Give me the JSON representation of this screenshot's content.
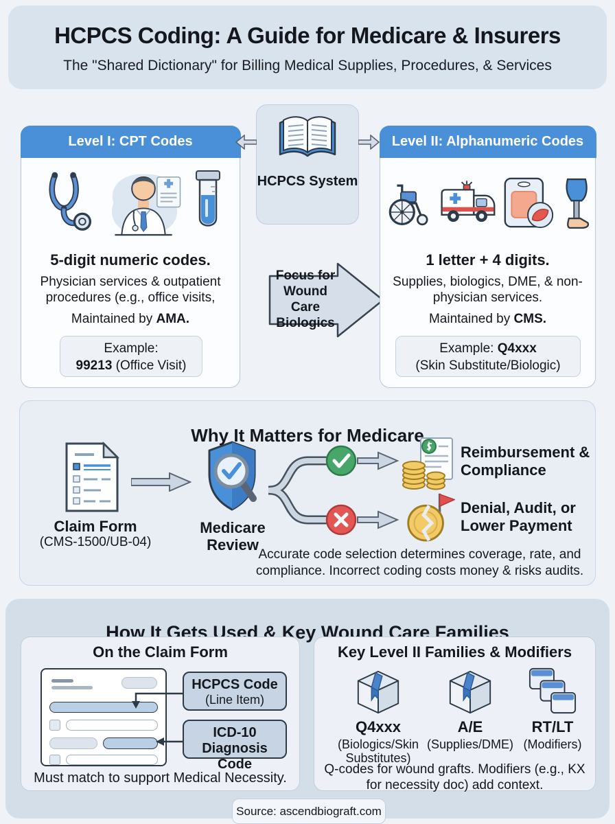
{
  "header": {
    "title": "HCPCS Coding: A Guide for Medicare & Insurers",
    "subtitle": "The \"Shared Dictionary\" for Billing Medical Supplies, Procedures, & Services"
  },
  "hub": {
    "label": "HCPCS System"
  },
  "focus_arrow": {
    "label": "Focus for Wound Care Biologics"
  },
  "level1": {
    "header": "Level I: CPT Codes",
    "bold_line": "5-digit numeric codes.",
    "body_line": "Physician services & outpatient procedures (e.g., office visits,",
    "maintained_prefix": "Maintained by ",
    "maintained_org": "AMA.",
    "example_label": "Example:",
    "example_code": "99213",
    "example_desc": " (Office Visit)"
  },
  "level2": {
    "header": "Level II: Alphanumeric Codes",
    "bold_line": "1 letter + 4 digits.",
    "body_line": "Supplies, biologics, DME, & non-physician services.",
    "maintained_prefix": "Maintained by ",
    "maintained_org": "CMS.",
    "example_prefix": "Example: ",
    "example_code": "Q4xxx",
    "example_desc": "(Skin Substitute/Biologic)"
  },
  "why": {
    "title": "Why It Matters for Medicare",
    "claim_label": "Claim Form",
    "claim_sub": "(CMS-1500/UB-04)",
    "review_label": "Medicare Review",
    "outcome_good": "Reimbursement & Compliance",
    "outcome_bad": "Denial, Audit, or Lower Payment",
    "footnote": "Accurate code selection determines coverage, rate, and compliance. Incorrect coding costs money & risks audits."
  },
  "bottom": {
    "title": "How It Gets Used & Key Wound Care Families",
    "claim_card": {
      "title": "On the Claim Form",
      "callout1_title": "HCPCS Code",
      "callout1_sub": "(Line Item)",
      "callout2_line1": "ICD-10",
      "callout2_line2": "Diagnosis Code",
      "note": "Must match to support Medical Necessity."
    },
    "families": {
      "title": "Key Level II Families & Modifiers",
      "items": [
        {
          "code": "Q4xxx",
          "desc": "(Biologics/Skin Substitutes)"
        },
        {
          "code": "A/E",
          "desc": "(Supplies/DME)"
        },
        {
          "code": "RT/LT",
          "desc": "(Modifiers)"
        }
      ],
      "note": "Q-codes for wound grafts. Modifiers (e.g., KX for necessity doc) add context."
    }
  },
  "footer": {
    "source": "Source: ascendbiograft.com"
  },
  "colors": {
    "accent_blue": "#4A90D8",
    "header_bg": "#D9E3EE",
    "bottom_section_bg": "#D4DEE9",
    "success_green": "#47A76A",
    "error_red": "#E25653",
    "coin_gold": "#F3CB66",
    "wound_salmon": "#F4A98E"
  }
}
